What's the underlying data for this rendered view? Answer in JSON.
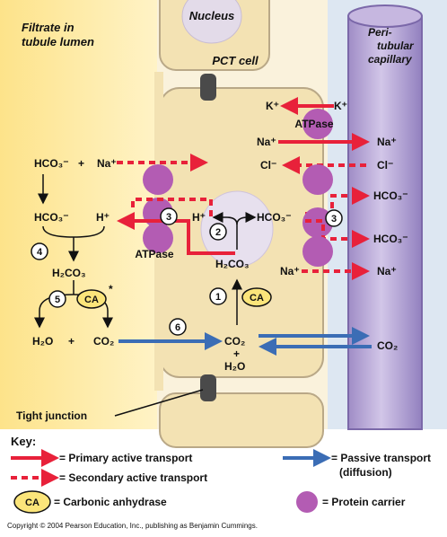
{
  "labels": {
    "lumen": [
      "Filtrate in",
      "tubule lumen"
    ],
    "nucleus": "Nucleus",
    "pct_cell": "PCT cell",
    "capillary": [
      "Peri-",
      "tubular",
      "capillary"
    ],
    "tight_junction": "Tight junction",
    "atpase": "ATPase"
  },
  "chemicals": {
    "hco3": "HCO₃⁻",
    "na": "Na⁺",
    "h": "H⁺",
    "k": "K⁺",
    "cl": "Cl⁻",
    "h2co3": "H₂CO₃",
    "h2o": "H₂O",
    "co2": "CO₂",
    "plus": "+",
    "ca": "CA",
    "asterisk": "*"
  },
  "steps": [
    "1",
    "2",
    "3",
    "4",
    "5",
    "6"
  ],
  "key": {
    "title": "Key:",
    "primary": "= Primary active transport",
    "secondary": "= Secondary active transport",
    "carbonic": "= Carbonic anhydrase",
    "passive": "= Passive transport",
    "diffusion": "(diffusion)",
    "carrier": "= Protein carrier"
  },
  "copyright": "Copyright © 2004 Pearson Education, Inc., publishing as Benjamin Cummings.",
  "colors": {
    "red": "#e8213a",
    "blue": "#3b6db5",
    "purple": "#b35cb3",
    "lumen": "#fde89a",
    "cell": "#f4e4b8",
    "capillary_bg": "#dfe8f3",
    "capillary": "#b8a6d6",
    "ca_fill": "#fbe57a"
  }
}
